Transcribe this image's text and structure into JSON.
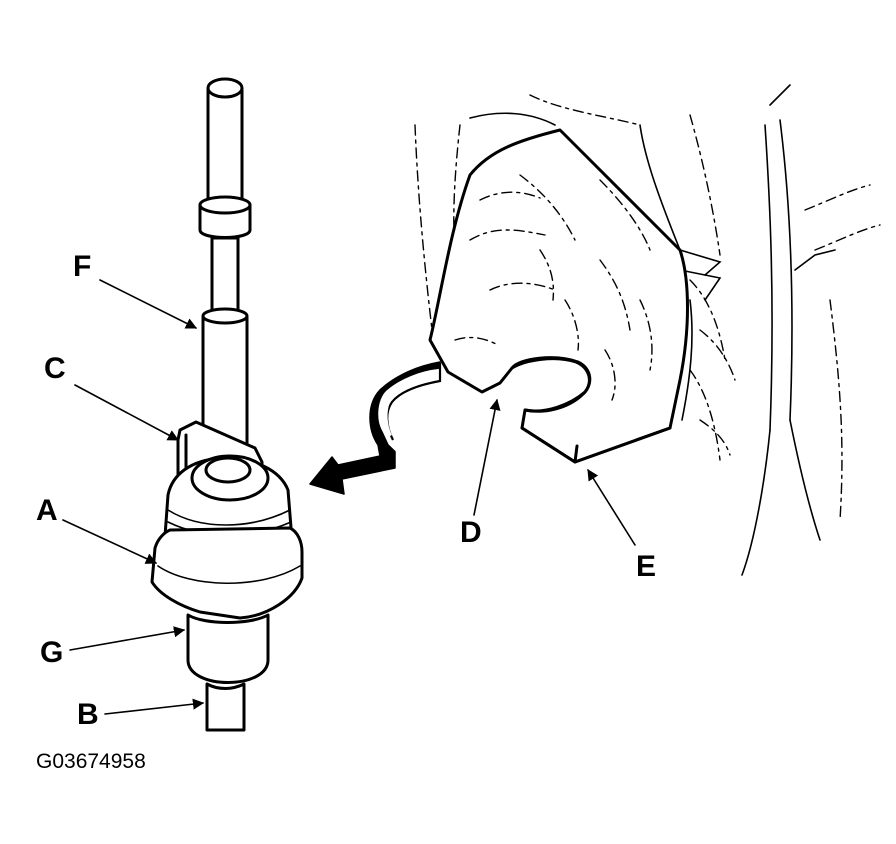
{
  "figure_id": "G03674958",
  "callouts": {
    "A": "A",
    "B": "B",
    "C": "C",
    "D": "D",
    "E": "E",
    "F": "F",
    "G": "G"
  }
}
